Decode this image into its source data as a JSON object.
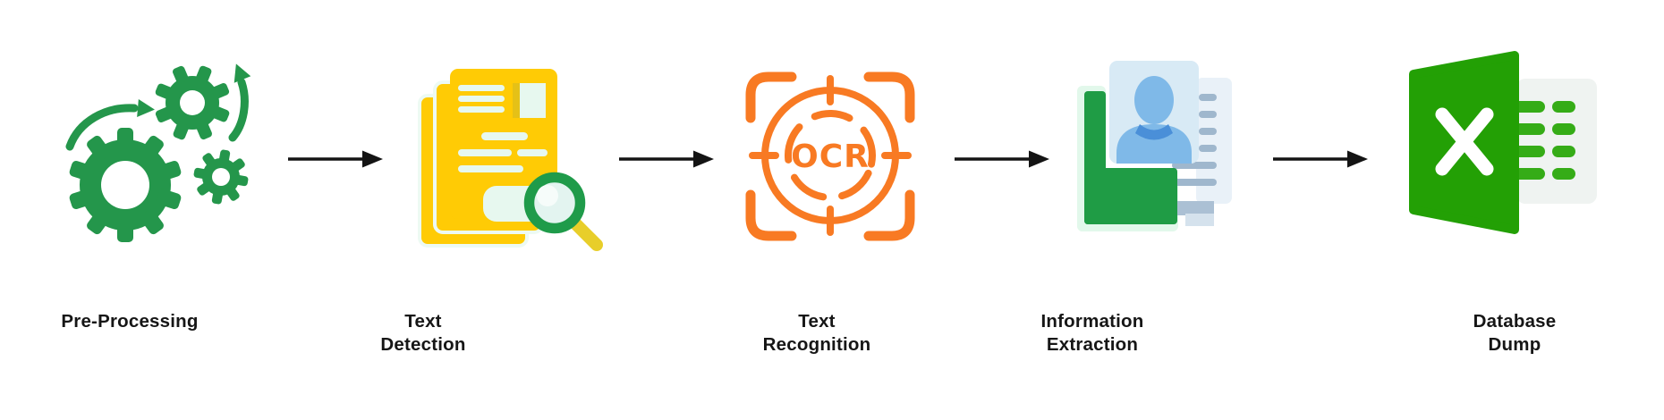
{
  "flow": {
    "background": "#FFFFFF",
    "direction": "left-to-right",
    "steps": [
      {
        "id": "pre-processing",
        "label": "Pre-Processing",
        "label_lines": [
          "Pre-Processing"
        ],
        "icon": "gears-icon",
        "icon_color": "#24964B"
      },
      {
        "id": "text-detection",
        "label": "Text Detection",
        "label_lines": [
          "Text",
          "Detection"
        ],
        "icon": "document-magnifier-icon",
        "icon_color": "#FFCB05"
      },
      {
        "id": "text-recognition",
        "label": "Text Recognition",
        "label_lines": [
          "Text",
          "Recognition"
        ],
        "icon": "ocr-target-icon",
        "icon_color": "#F87A23",
        "badge_text": "OCR"
      },
      {
        "id": "information-extraction",
        "label": "Information Extraction",
        "label_lines": [
          "Information",
          "Extraction"
        ],
        "icon": "folder-id-card-icon",
        "icon_color": "#1F9C45"
      },
      {
        "id": "database-dump",
        "label": "Database Dump",
        "label_lines": [
          "Database",
          "Dump"
        ],
        "icon": "excel-spreadsheet-icon",
        "icon_color": "#23A005"
      }
    ],
    "connector": {
      "style": "straight-arrow-right",
      "count": 4,
      "color": "#141414"
    },
    "label_style": {
      "color": "#161616"
    }
  }
}
